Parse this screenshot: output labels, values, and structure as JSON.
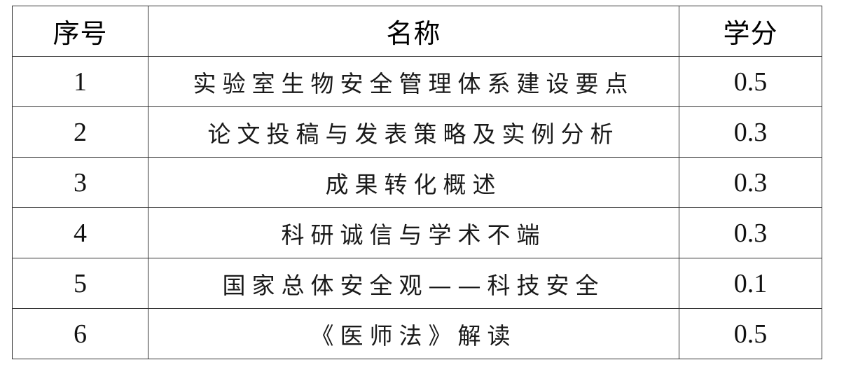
{
  "table": {
    "headers": {
      "no": "序号",
      "name": "名称",
      "credit": "学分"
    },
    "rows": [
      {
        "no": "1",
        "name": "实验室生物安全管理体系建设要点",
        "credit": "0.5"
      },
      {
        "no": "2",
        "name": "论文投稿与发表策略及实例分析",
        "credit": "0.3"
      },
      {
        "no": "3",
        "name": "成果转化概述",
        "credit": "0.3"
      },
      {
        "no": "4",
        "name": "科研诚信与学术不端",
        "credit": "0.3"
      },
      {
        "no": "5",
        "name": "国家总体安全观——科技安全",
        "credit": "0.1"
      },
      {
        "no": "6",
        "name": "《医师法》解读",
        "credit": "0.5"
      }
    ]
  }
}
